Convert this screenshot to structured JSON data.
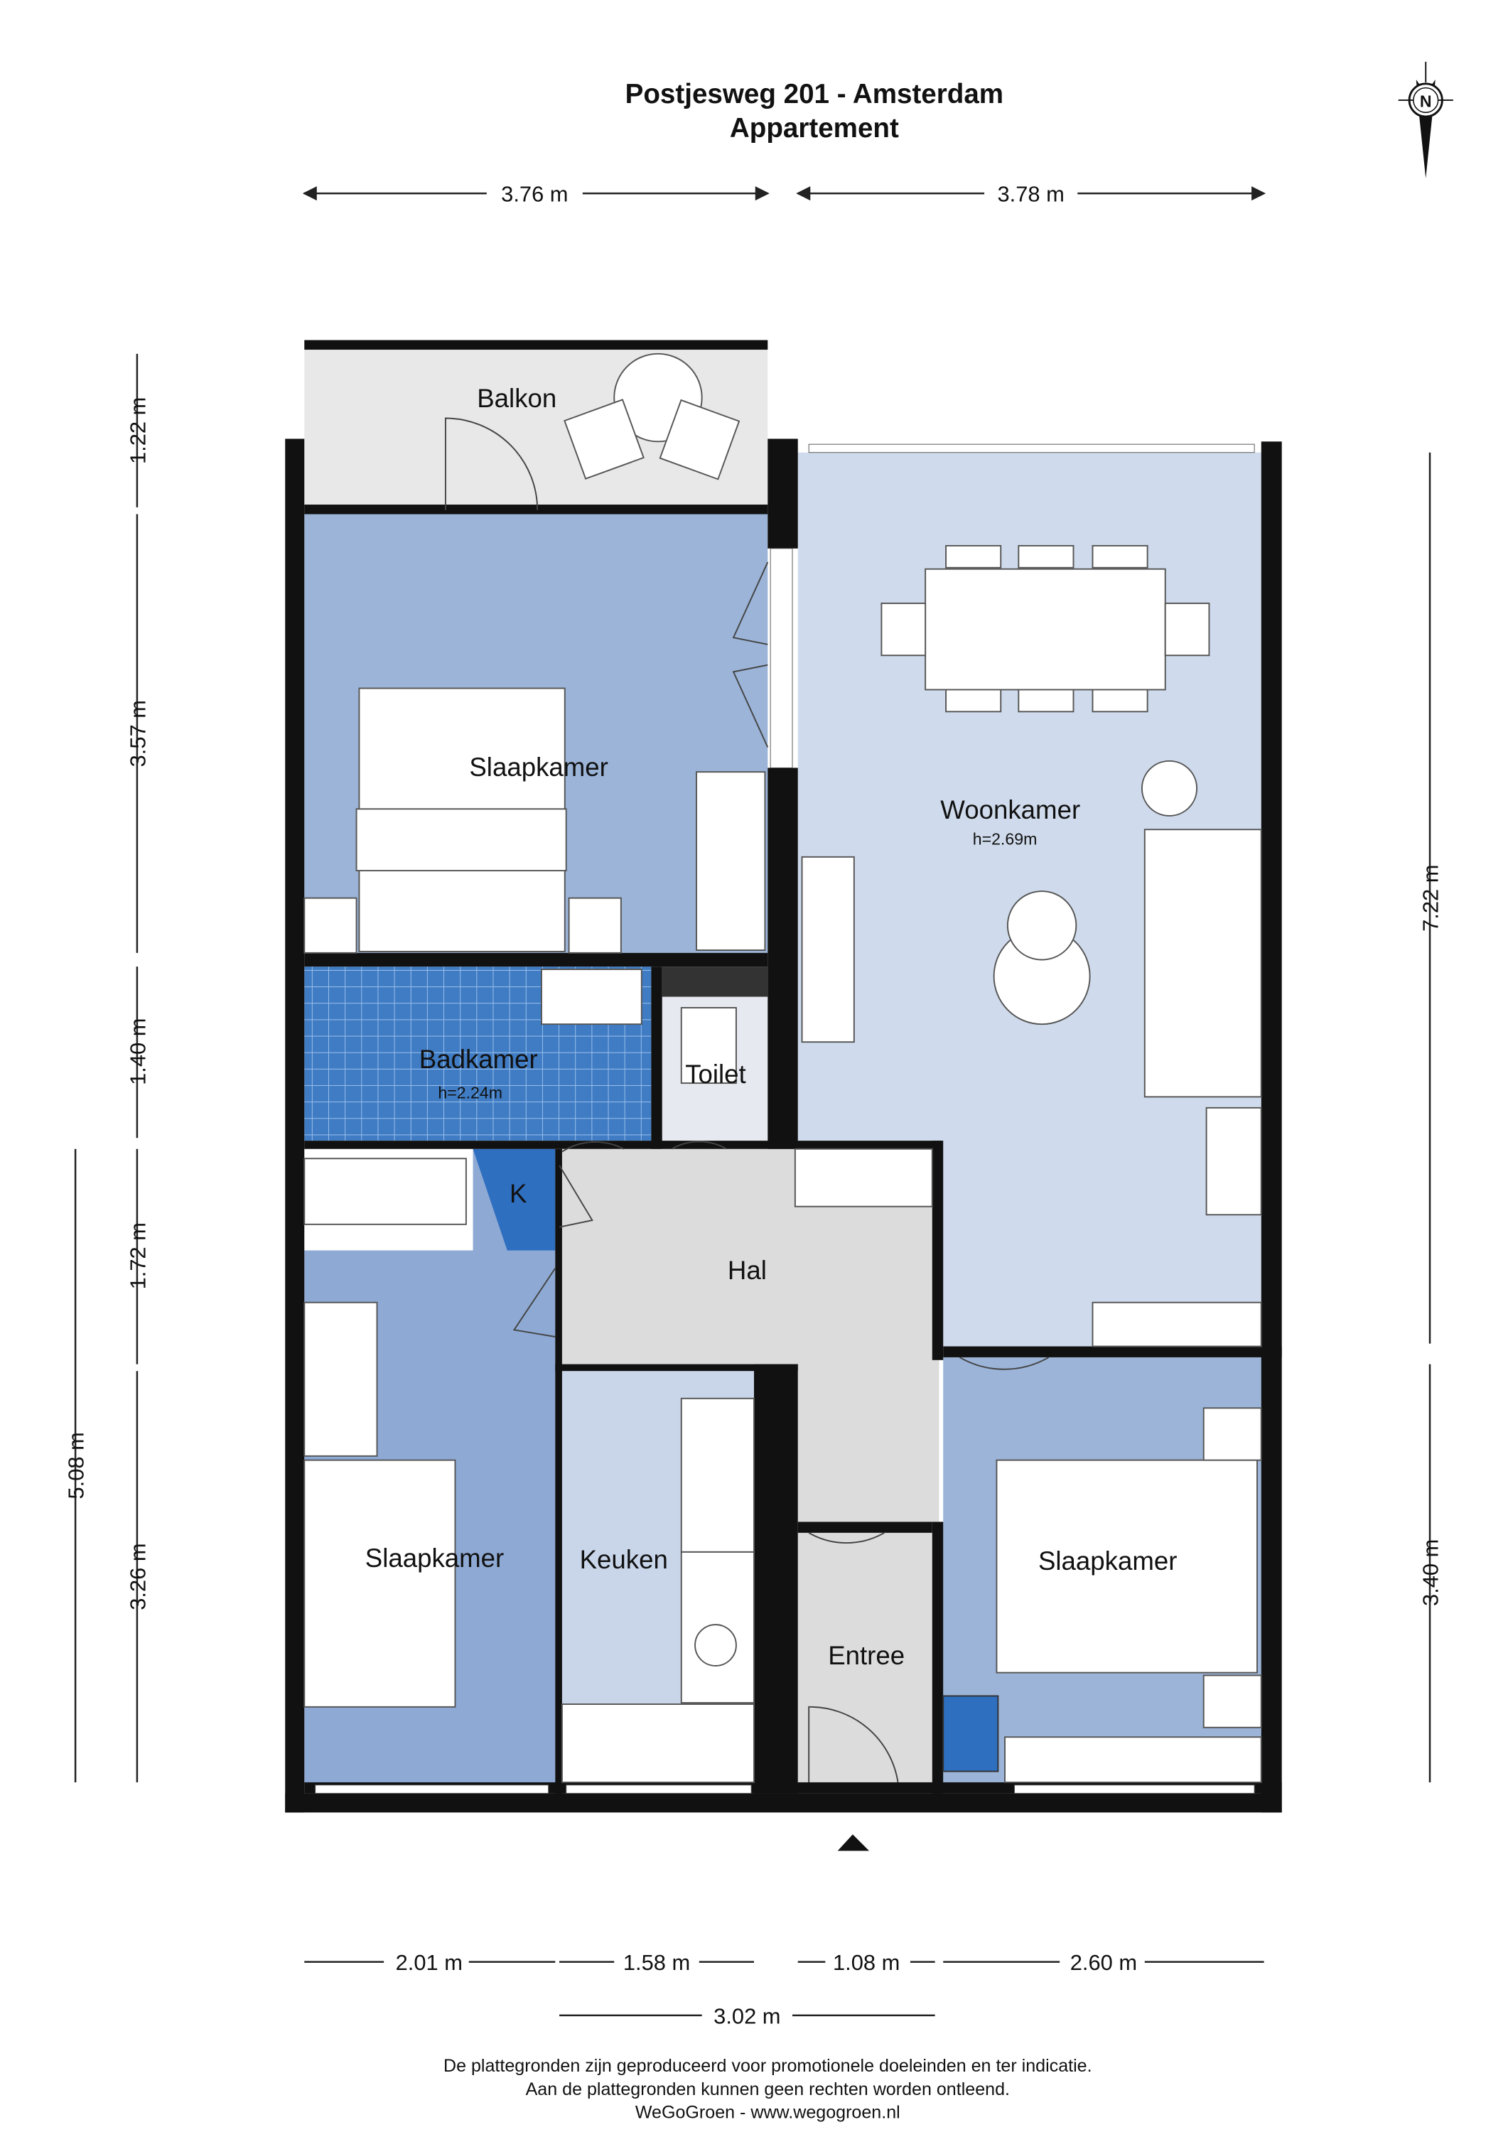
{
  "header": {
    "title": "Postjesweg 201 - Amsterdam",
    "subtitle": "Appartement"
  },
  "compass": {
    "label": "N"
  },
  "rooms": {
    "balkon": "Balkon",
    "slaapkamer1": "Slaapkamer",
    "woonkamer": "Woonkamer",
    "woonkamer_height": "h=2.69m",
    "badkamer": "Badkamer",
    "badkamer_height": "h=2.24m",
    "toilet": "Toilet",
    "kast": "K",
    "hal": "Hal",
    "slaapkamer2": "Slaapkamer",
    "keuken": "Keuken",
    "entree": "Entree",
    "slaapkamer3": "Slaapkamer"
  },
  "dimensions": {
    "top": [
      "3.76 m",
      "3.78 m"
    ],
    "left_inner": [
      "1.22 m",
      "3.57 m",
      "1.40 m",
      "1.72 m",
      "3.26 m"
    ],
    "left_outer": [
      "5.08 m"
    ],
    "right": [
      "7.22 m",
      "3.40 m"
    ],
    "bottom": [
      "2.01 m",
      "1.58 m",
      "1.08 m",
      "2.60 m"
    ],
    "bottom_total": [
      "3.02 m"
    ]
  },
  "footer": {
    "line1": "De plattegronden zijn geproduceerd voor promotionele doeleinden en ter indicatie.",
    "line2": "Aan de plattegronden kunnen geen rechten worden ontleend.",
    "line3": "WeGoGroen -  www.wegogroen.nl"
  },
  "colors": {
    "bedroom": "#9bb4d8",
    "living": "#cfdbec",
    "tiles": "#3f7cc4",
    "hall": "#dcdcdc",
    "wall": "#111111"
  }
}
